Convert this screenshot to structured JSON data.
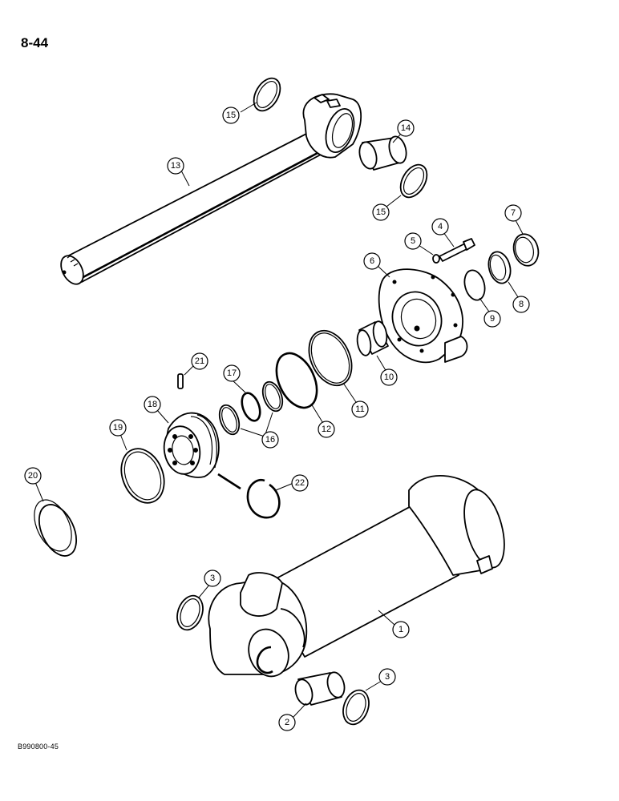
{
  "page_number": "8-44",
  "figure_code": "B990800-45",
  "callouts": [
    {
      "id": "c1",
      "label": "1"
    },
    {
      "id": "c2",
      "label": "2"
    },
    {
      "id": "c3a",
      "label": "3"
    },
    {
      "id": "c3b",
      "label": "3"
    },
    {
      "id": "c4",
      "label": "4"
    },
    {
      "id": "c5",
      "label": "5"
    },
    {
      "id": "c6",
      "label": "6"
    },
    {
      "id": "c7",
      "label": "7"
    },
    {
      "id": "c8",
      "label": "8"
    },
    {
      "id": "c9",
      "label": "9"
    },
    {
      "id": "c10",
      "label": "10"
    },
    {
      "id": "c11",
      "label": "11"
    },
    {
      "id": "c12",
      "label": "12"
    },
    {
      "id": "c13",
      "label": "13"
    },
    {
      "id": "c14",
      "label": "14"
    },
    {
      "id": "c15a",
      "label": "15"
    },
    {
      "id": "c15b",
      "label": "15"
    },
    {
      "id": "c16",
      "label": "16"
    },
    {
      "id": "c17",
      "label": "17"
    },
    {
      "id": "c18",
      "label": "18"
    },
    {
      "id": "c19",
      "label": "19"
    },
    {
      "id": "c20",
      "label": "20"
    },
    {
      "id": "c21",
      "label": "21"
    },
    {
      "id": "c22",
      "label": "22"
    }
  ]
}
